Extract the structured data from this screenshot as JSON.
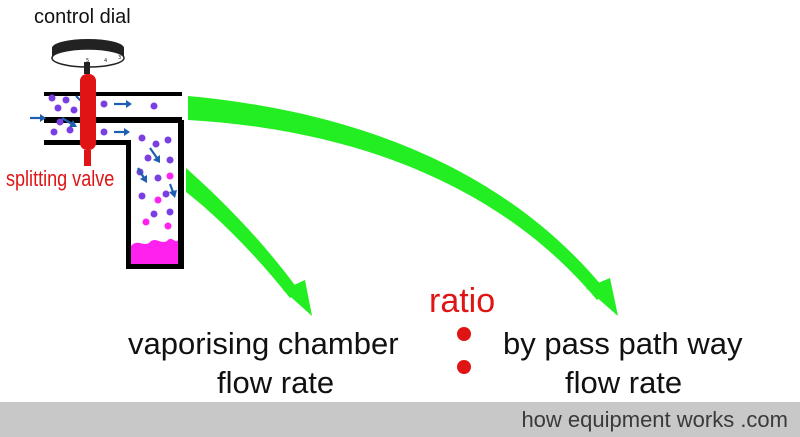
{
  "labels": {
    "control_dial": "control dial",
    "splitting_valve": "splitting valve",
    "ratio": "ratio",
    "vaporising_chamber_line1": "vaporising chamber",
    "vaporising_chamber_line2": "flow rate",
    "bypass_line1": "by pass path way",
    "bypass_line2": "flow rate"
  },
  "dial_ticks": [
    "5",
    "4",
    "3"
  ],
  "footer": {
    "credit": "how equipment works .com"
  },
  "colors": {
    "arrow_green": "#22ee22",
    "valve_red": "#e01414",
    "liquid_magenta": "#ff22ee",
    "particle_purple": "#7a3fe0",
    "flow_arrow_blue": "#1f5fb0",
    "footer_gray": "#c8c8c8"
  }
}
